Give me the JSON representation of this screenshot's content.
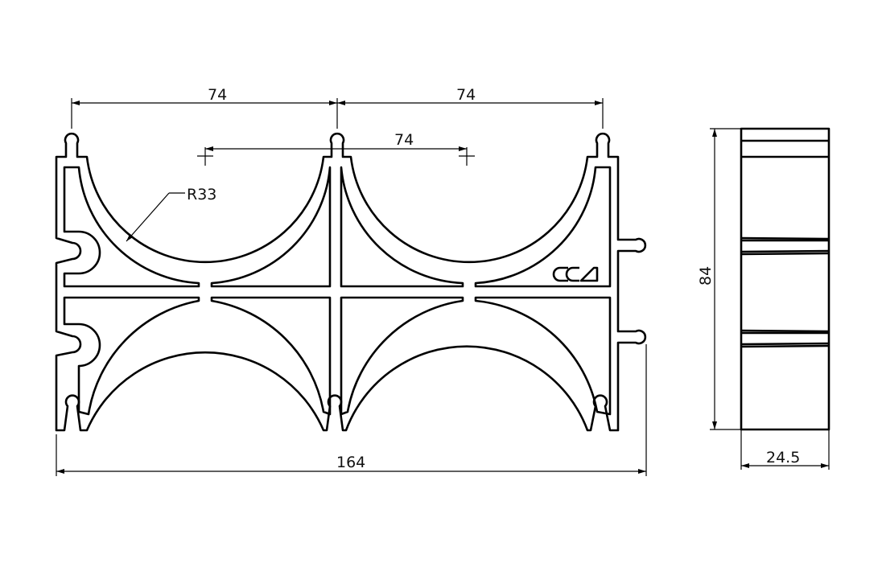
{
  "drawing": {
    "front_view": {
      "dim_top_left": "74",
      "dim_top_right": "74",
      "dim_center": "74",
      "dim_width": "164",
      "radius_label": "R33",
      "logo_text": "CCA"
    },
    "side_view": {
      "dim_height": "84",
      "dim_depth": "24.5"
    }
  }
}
